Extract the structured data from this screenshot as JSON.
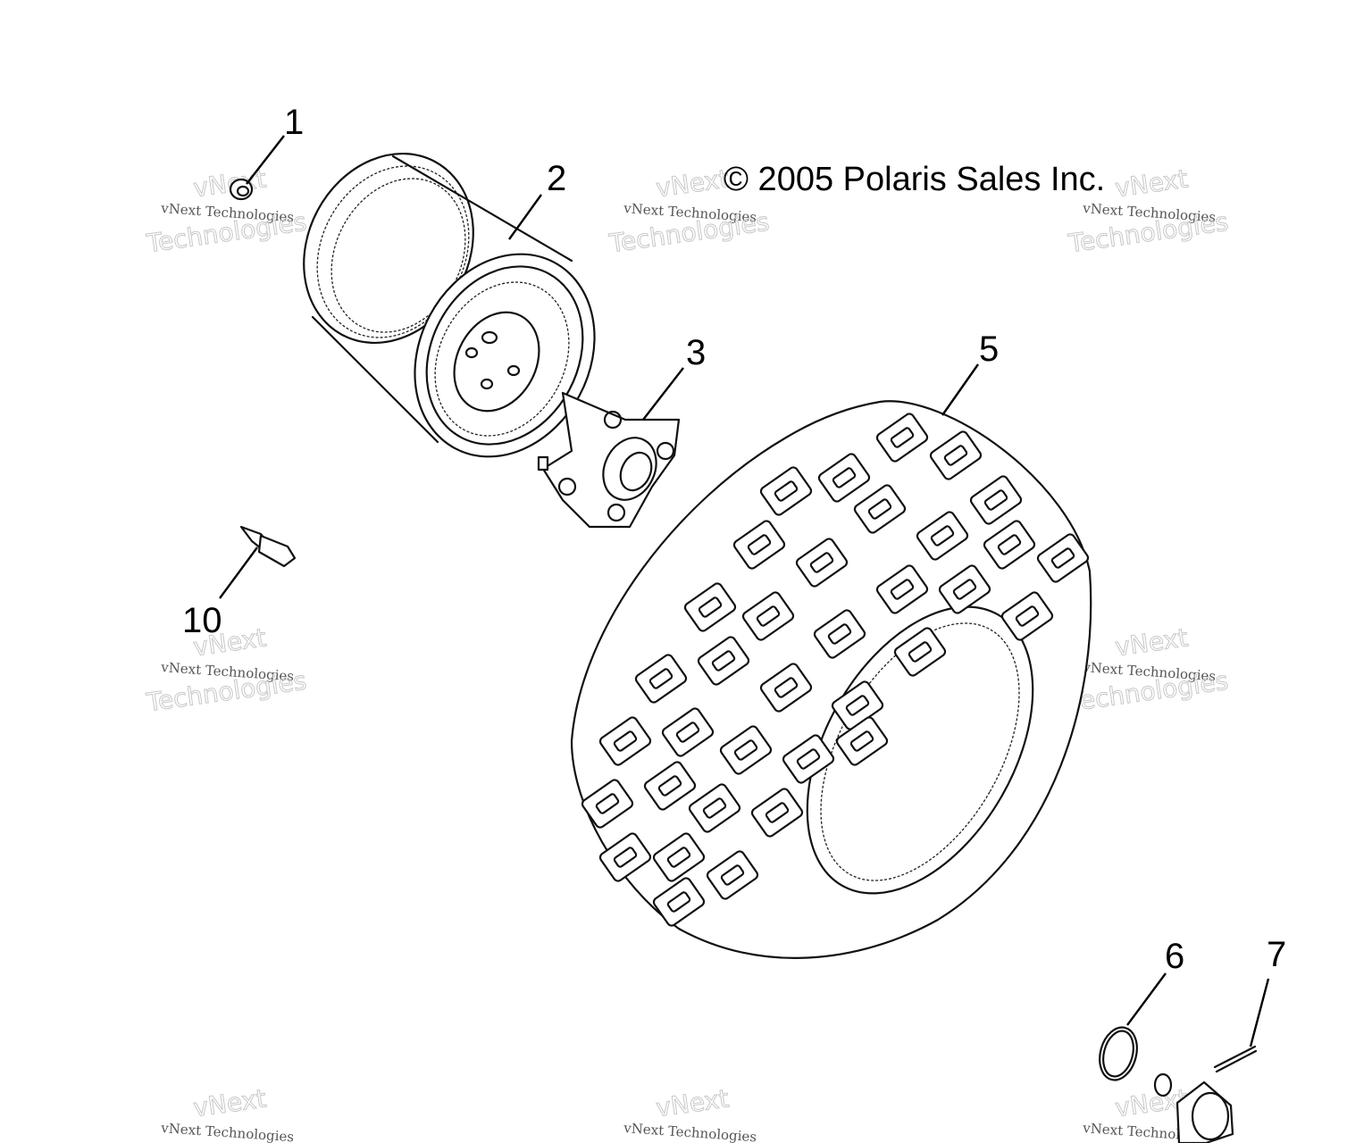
{
  "copyright": "© 2005 Polaris Sales Inc.",
  "callouts": [
    "1",
    "2",
    "3",
    "5",
    "6",
    "7",
    "10"
  ],
  "watermark": {
    "line1": "vNext Technologies",
    "line2": "vNext",
    "line3": "Technologies"
  },
  "colors": {
    "ink": "#111111",
    "background": "#ffffff",
    "watermark": "#c8c8c8"
  }
}
